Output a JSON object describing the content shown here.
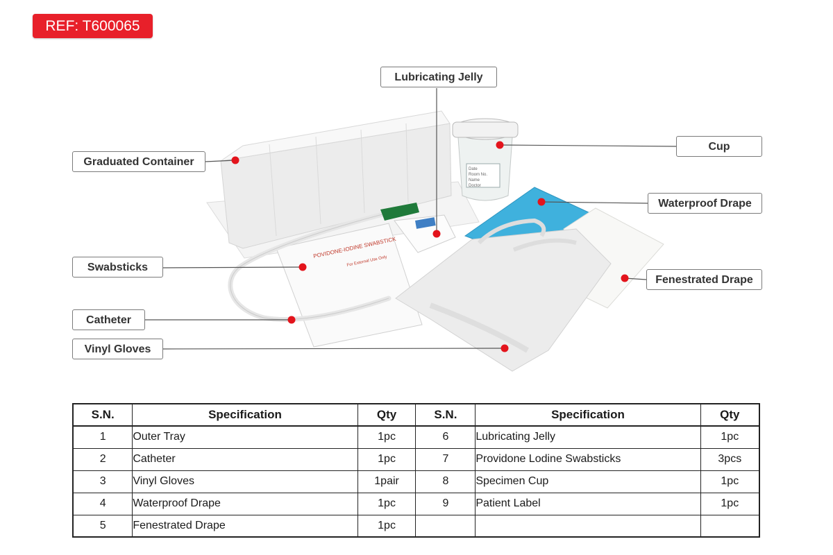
{
  "ref_label": "REF: T600065",
  "colors": {
    "badge": "#e8202a",
    "marker": "#e3141c",
    "drape_blue": "#3fb1dd"
  },
  "callouts": {
    "lubricating_jelly": "Lubricating Jelly",
    "cup": "Cup",
    "graduated_container": "Graduated Container",
    "waterproof_drape": "Waterproof Drape",
    "swabsticks": "Swabsticks",
    "fenestrated_drape": "Fenestrated Drape",
    "catheter": "Catheter",
    "vinyl_gloves": "Vinyl Gloves"
  },
  "product_labels": {
    "swab_pack": "POVIDONE-IODINE SWABSTICK",
    "swab_pack_sub": "For External Use Only",
    "cup_fields": [
      "Date",
      "Room No.",
      "Name",
      "Doctor"
    ]
  },
  "table": {
    "headers": [
      "S.N.",
      "Specification",
      "Qty",
      "S.N.",
      "Specification",
      "Qty"
    ],
    "rows": [
      {
        "sn1": "1",
        "spec1": "Outer Tray",
        "qty1": "1pc",
        "sn2": "6",
        "spec2": "Lubricating Jelly",
        "qty2": "1pc"
      },
      {
        "sn1": "2",
        "spec1": "Catheter",
        "qty1": "1pc",
        "sn2": "7",
        "spec2": "Providone Lodine Swabsticks",
        "qty2": "3pcs"
      },
      {
        "sn1": "3",
        "spec1": "Vinyl Gloves",
        "qty1": "1pair",
        "sn2": "8",
        "spec2": "Specimen Cup",
        "qty2": "1pc"
      },
      {
        "sn1": "4",
        "spec1": "Waterproof Drape",
        "qty1": "1pc",
        "sn2": "9",
        "spec2": "Patient Label",
        "qty2": "1pc"
      },
      {
        "sn1": "5",
        "spec1": "Fenestrated Drape",
        "qty1": "1pc",
        "sn2": "",
        "spec2": "",
        "qty2": ""
      }
    ]
  }
}
